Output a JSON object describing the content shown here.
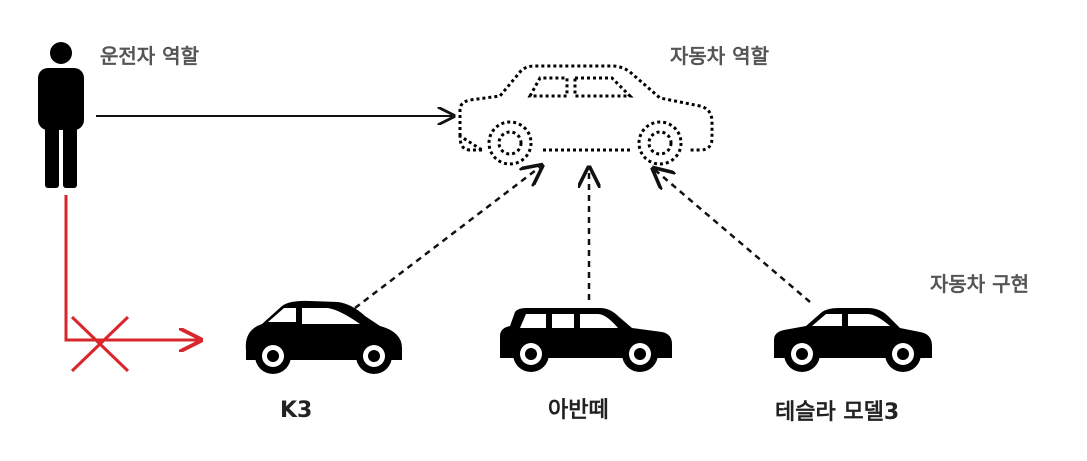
{
  "labels": {
    "driver_role": "운전자 역할",
    "car_role": "자동차 역할",
    "car_impl": "자동차 구현",
    "k3": "K3",
    "avante": "아반떼",
    "tesla": "테슬라 모델3"
  },
  "colors": {
    "figure": "#000000",
    "arrow": "#111111",
    "forbidden": "#d8262a",
    "label_gray": "#555555"
  },
  "icons": [
    "person-icon",
    "car-role-outline-icon",
    "k3-car-icon",
    "avante-car-icon",
    "tesla-car-icon",
    "x-mark-icon"
  ]
}
